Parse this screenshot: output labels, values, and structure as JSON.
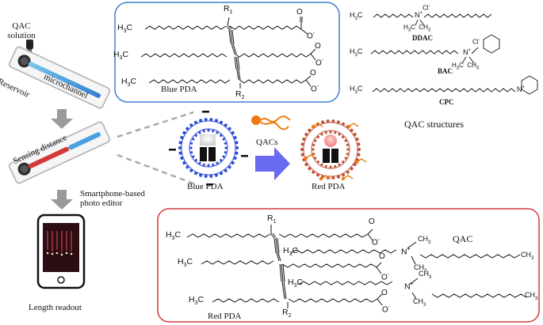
{
  "left_workflow": {
    "qac_solution": [
      "QAC",
      "solution"
    ],
    "reservoir": "Reservoir",
    "microchannel": "microchannel",
    "sensing_distance": "Sensing distance",
    "photo_editor": [
      "Smartphone-based",
      "photo editor"
    ],
    "length_readout": "Length readout"
  },
  "blue_box": {
    "label": "Blue PDA",
    "r1": "R",
    "r1_sub": "1",
    "r2": "R",
    "r2_sub": "2"
  },
  "center": {
    "blue_label": "Blue PDA",
    "red_label": "Red PDA",
    "arrow_label": "QACs"
  },
  "qac_structures": {
    "ddac": "DDAC",
    "bac": "BAC",
    "cpc": "CPC",
    "title": "QAC structures",
    "cl": "Cl",
    "h3c": "H",
    "ch3": "CH"
  },
  "red_box": {
    "label": "Red PDA",
    "qac": "QAC",
    "r1": "R",
    "r1_sub": "1",
    "r2": "R",
    "r2_sub": "2"
  },
  "colors": {
    "blue_border": "#3f7fd0",
    "red_border": "#d23a3a",
    "blue_liposome": "#2f4fd8",
    "red_liposome": "#c0553a",
    "arrow": "#6a6af0",
    "gray_arrow": "#9a9a9a"
  }
}
